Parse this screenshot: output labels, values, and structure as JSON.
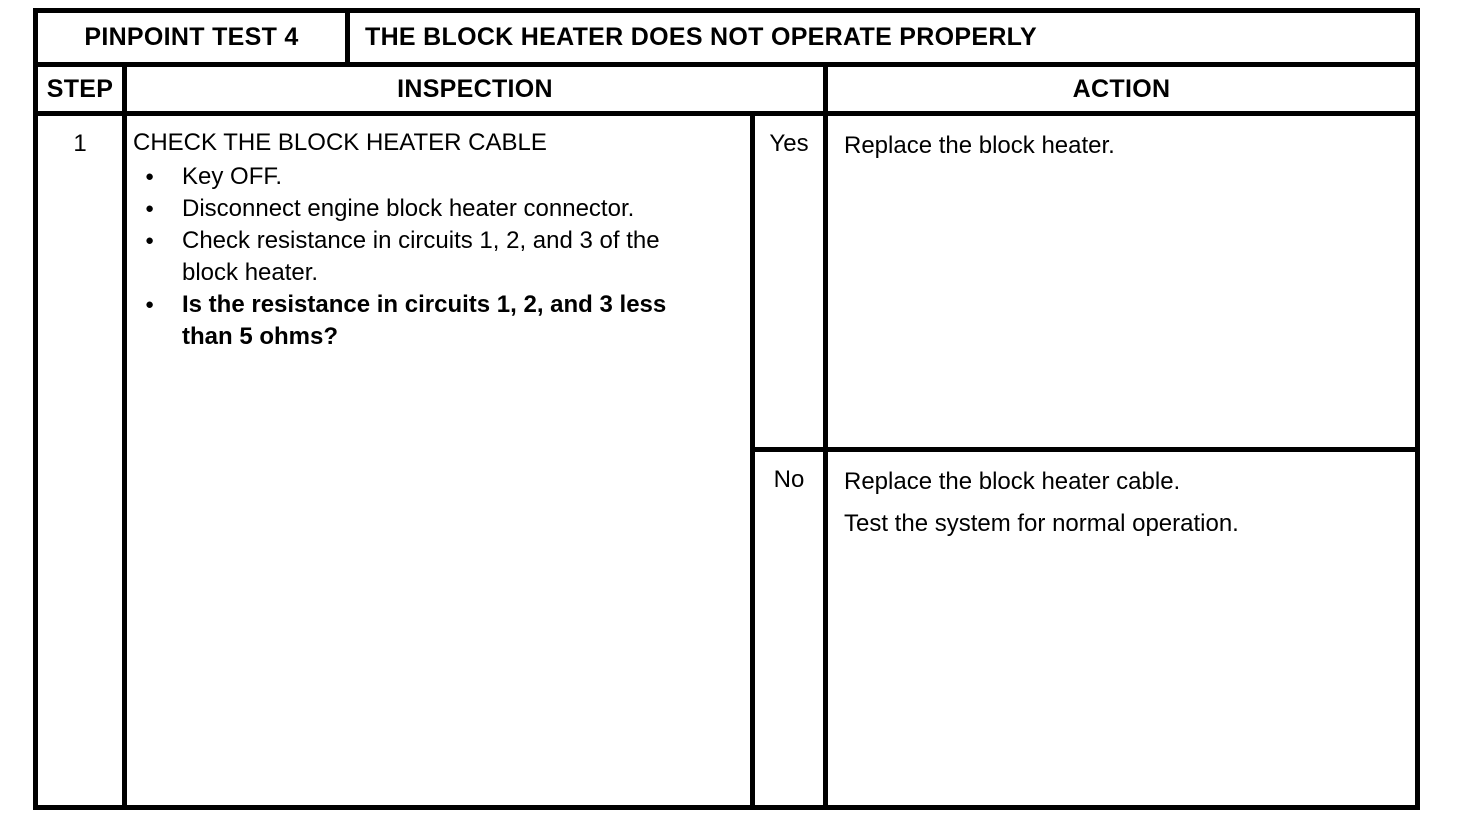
{
  "header": {
    "test_label": "PINPOINT TEST 4",
    "test_title": "THE BLOCK HEATER DOES NOT OPERATE PROPERLY"
  },
  "columns": {
    "step": "STEP",
    "inspection": "INSPECTION",
    "action": "ACTION"
  },
  "steps": [
    {
      "number": "1",
      "inspection": {
        "title": "CHECK THE BLOCK HEATER CABLE",
        "bullets": [
          {
            "text": "Key OFF.",
            "bold": false
          },
          {
            "text": "Disconnect engine block heater connector.",
            "bold": false
          },
          {
            "text": "Check resistance in circuits 1, 2, and 3 of the\nblock heater.",
            "bold": false
          },
          {
            "text": "Is the resistance in circuits 1, 2, and 3 less\nthan 5 ohms?",
            "bold": true
          }
        ]
      },
      "results": [
        {
          "answer": "Yes",
          "actions": [
            "Replace the block heater."
          ]
        },
        {
          "answer": "No",
          "actions": [
            "Replace the block heater cable.",
            "Test the system for normal operation."
          ]
        }
      ]
    }
  ],
  "icons": {
    "bullet": "●"
  },
  "colors": {
    "ink": "#000000",
    "paper": "#ffffff"
  }
}
